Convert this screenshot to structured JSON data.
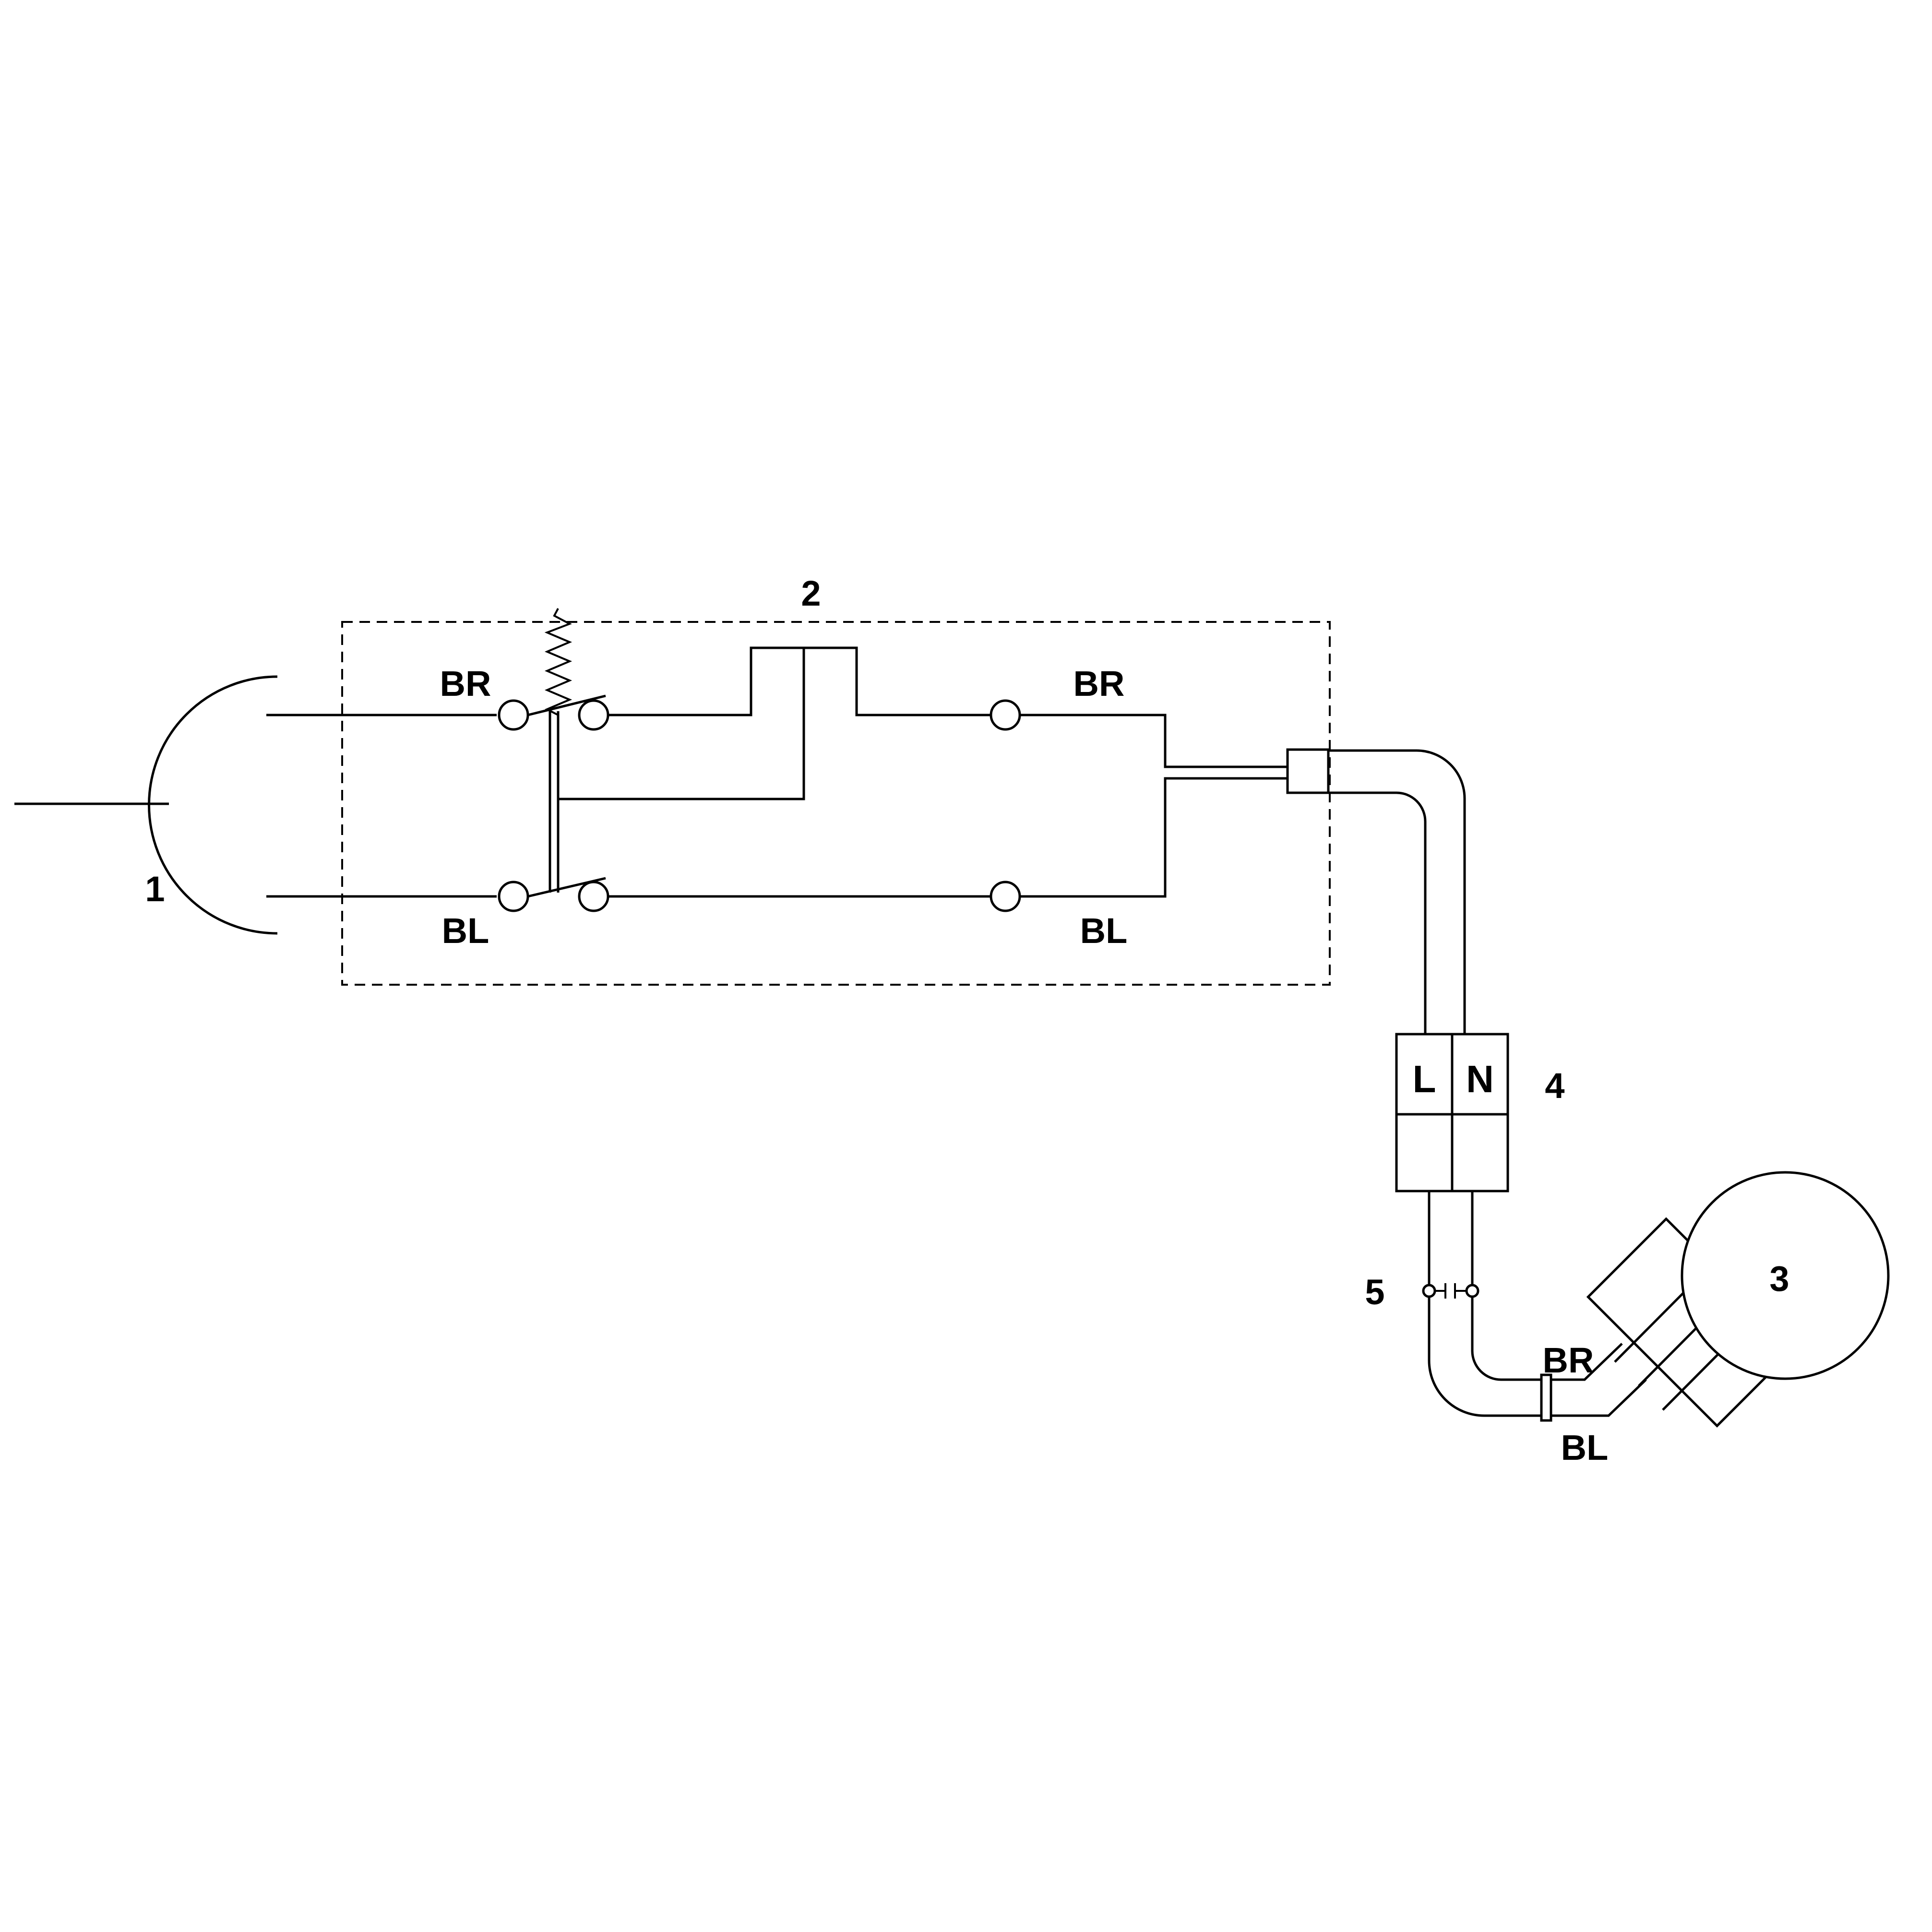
{
  "diagram": {
    "callouts": {
      "plug": "1",
      "switch_unit": "2",
      "motor": "3",
      "terminal_block": "4",
      "connector": "5"
    },
    "wire_labels": {
      "switch_in_top": "BR",
      "switch_in_bottom": "BL",
      "switch_out_top": "BR",
      "switch_out_bottom": "BL",
      "motor_top": "BR",
      "motor_bottom": "BL"
    },
    "terminal_block": {
      "left": "L",
      "right": "N"
    }
  }
}
